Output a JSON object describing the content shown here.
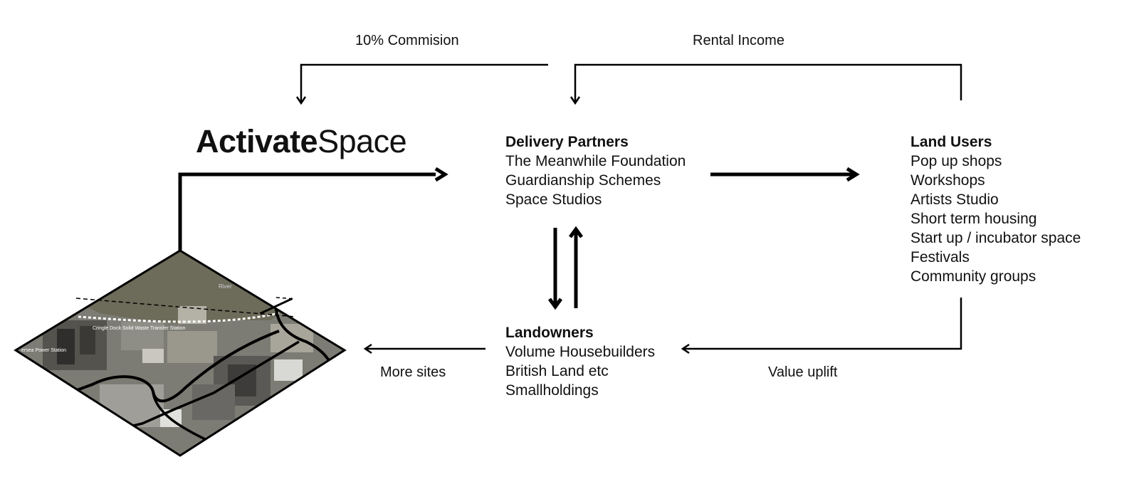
{
  "logo": {
    "bold": "Activate",
    "regular": "Space"
  },
  "flows": {
    "commission": "10% Commision",
    "rental_income": "Rental Income",
    "more_sites": "More sites",
    "value_uplift": "Value uplift"
  },
  "delivery_partners": {
    "title": "Delivery Partners",
    "items": [
      "The Meanwhile Foundation",
      "Guardianship Schemes",
      "Space Studios"
    ]
  },
  "land_users": {
    "title": "Land Users",
    "items": [
      "Pop up shops",
      "Workshops",
      "Artists Studio",
      "Short term housing",
      "Start up / incubator space",
      "Festivals",
      "Community groups"
    ]
  },
  "landowners": {
    "title": "Landowners",
    "items": [
      "Volume Housebuilders",
      "British Land etc",
      "Smallholdings"
    ]
  },
  "map_labels": {
    "river": "River",
    "waste_station": "Cringle Dock Solid Waste Transfer Station",
    "power_station": "ersea Power Station"
  },
  "colors": {
    "line": "#000000",
    "river": "#6a6a58",
    "ground": "#7b7a72"
  }
}
